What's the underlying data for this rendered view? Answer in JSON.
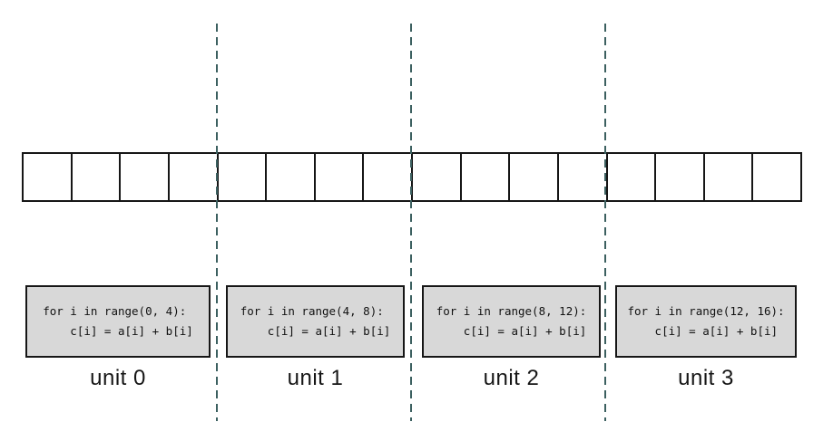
{
  "figure": {
    "description": "parallel array computation across 4 units",
    "array": {
      "cell_count": 16
    },
    "units": [
      {
        "label": "unit 0",
        "code": "for i in range(0, 4):\n    c[i] = a[i] + b[i]"
      },
      {
        "label": "unit 1",
        "code": "for i in range(4, 8):\n    c[i] = a[i] + b[i]"
      },
      {
        "label": "unit 2",
        "code": "for i in range(8, 12):\n    c[i] = a[i] + b[i]"
      },
      {
        "label": "unit 3",
        "code": "for i in range(12, 16):\n    c[i] = a[i] + b[i]"
      }
    ],
    "divider_count": 3
  },
  "colors": {
    "page_bg": "#ffffff",
    "dashed_line": "#3c6060",
    "box_bg": "#d8d8d8",
    "border": "#161616"
  }
}
